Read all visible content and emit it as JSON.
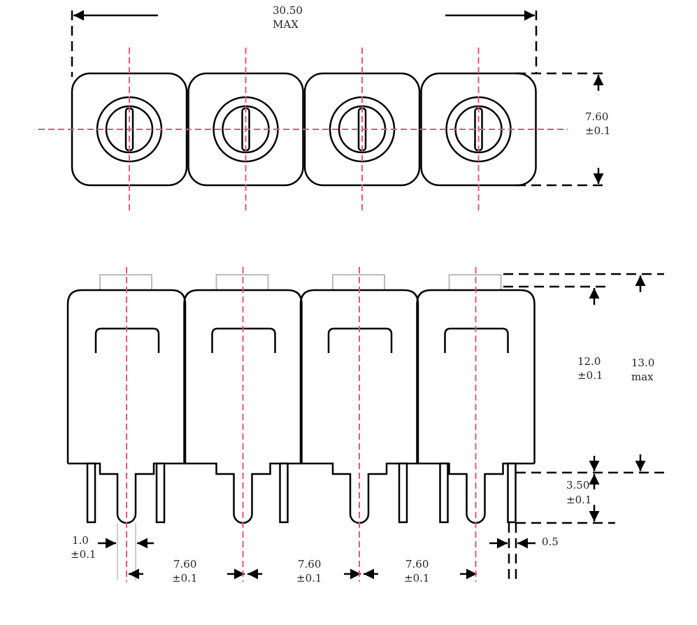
{
  "drawing": {
    "unit_count": 4,
    "centerline_color": "#e8557a",
    "overall_width": {
      "value": "30.50",
      "note": "MAX"
    },
    "top_height": {
      "value": "7.60",
      "tol": "±0.1"
    },
    "body_height": {
      "value": "12.0",
      "tol": "±0.1"
    },
    "total_height": {
      "value": "13.0",
      "note": "max"
    },
    "pin_length": {
      "value": "3.50",
      "tol": "±0.1"
    },
    "pin_width": {
      "value": "1.0",
      "tol": "±0.1"
    },
    "pin_thickness": {
      "value": "0.5"
    },
    "pitches": [
      {
        "value": "7.60",
        "tol": "±0.1"
      },
      {
        "value": "7.60",
        "tol": "±0.1"
      },
      {
        "value": "7.60",
        "tol": "±0.1"
      }
    ]
  }
}
